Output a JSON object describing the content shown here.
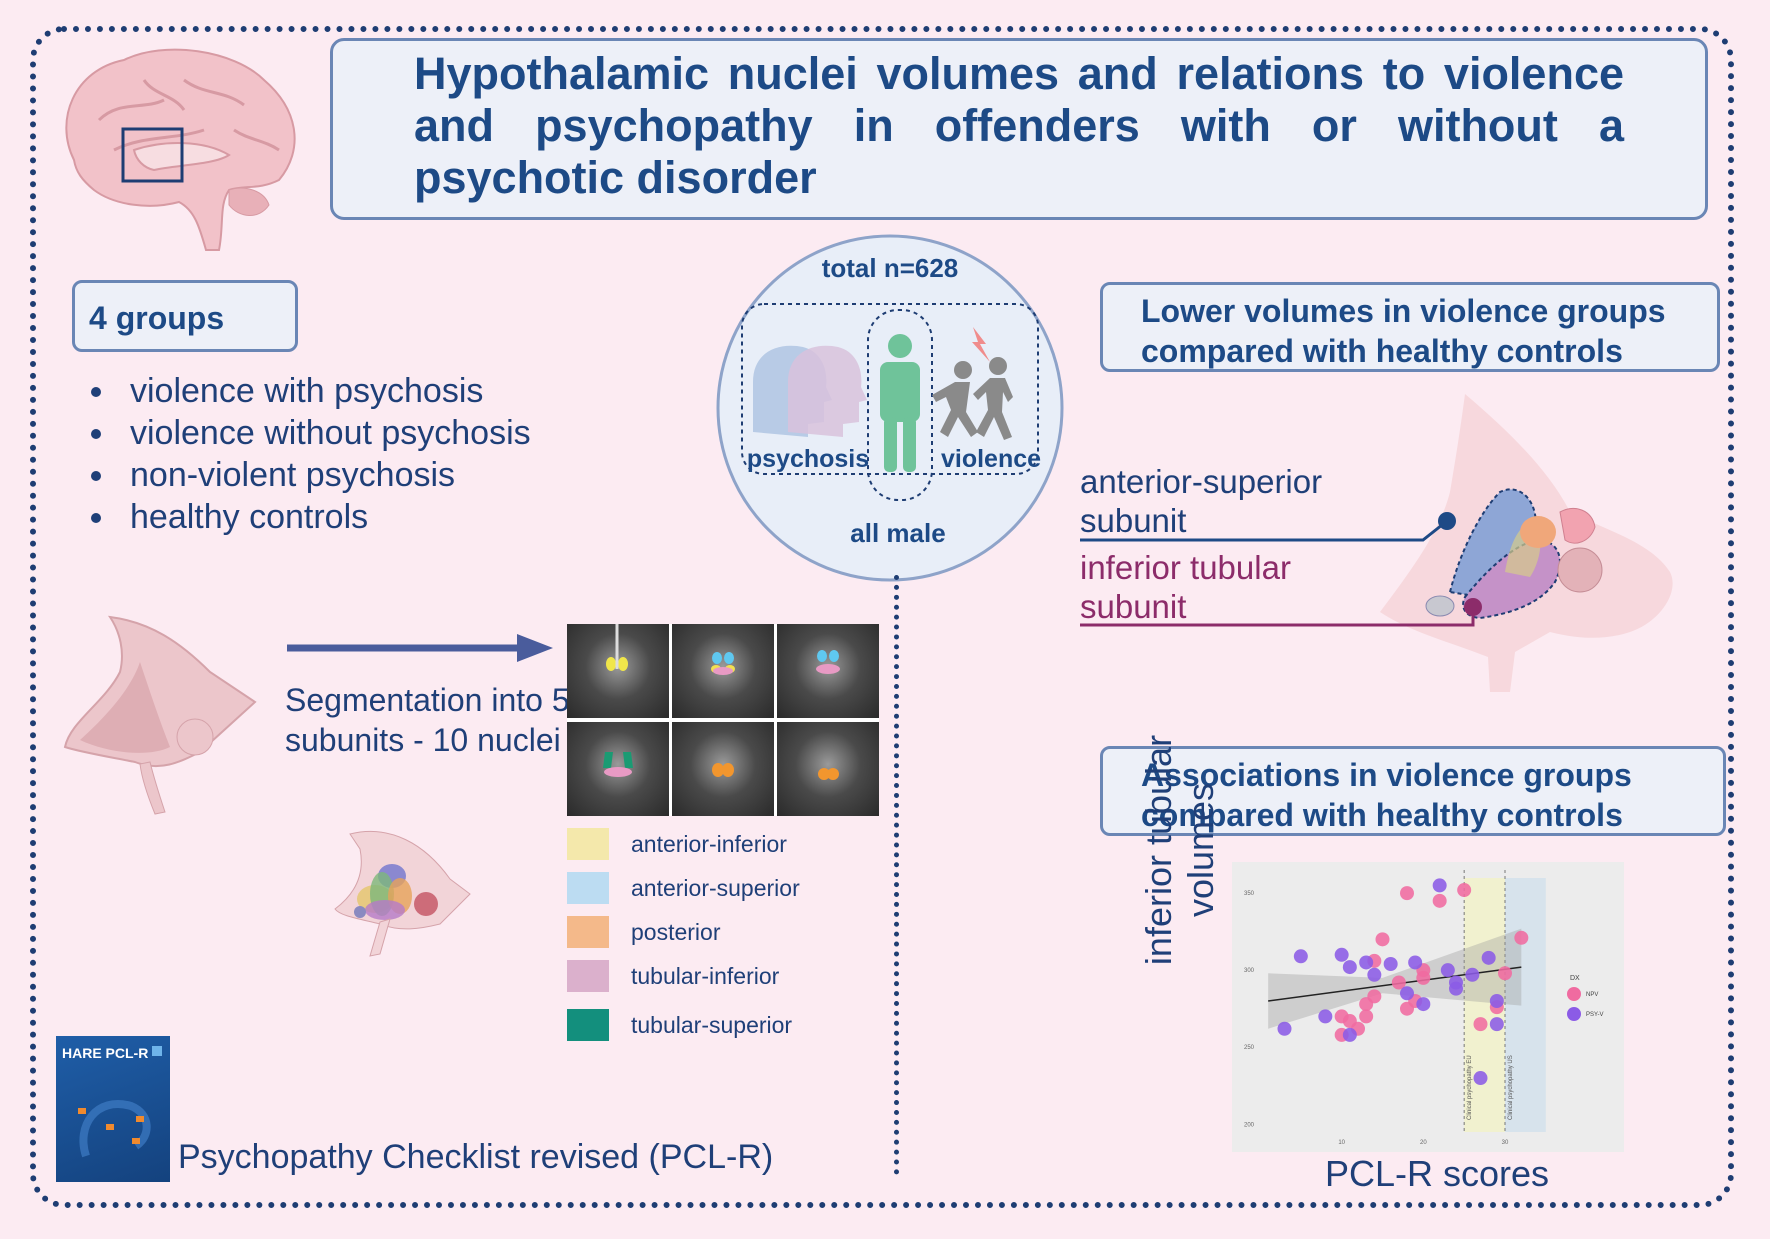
{
  "title": "Hypothalamic nuclei volumes and relations to violence and psychopathy in offenders with or without a psychotic disorder",
  "groups": {
    "heading": "4 groups",
    "items": [
      "violence with psychosis",
      "violence without psychosis",
      "non-violent psychosis",
      "healthy controls"
    ]
  },
  "sample": {
    "total": "total n=628",
    "psychosis": "psychosis",
    "violence": "violence",
    "male": "all male"
  },
  "segmentation": {
    "text": "Segmentation into 5 subunits - 10 nuclei",
    "legend": [
      {
        "label": "anterior-inferior",
        "color": "#f4e8ab"
      },
      {
        "label": "anterior-superior",
        "color": "#bcdcf2"
      },
      {
        "label": "posterior",
        "color": "#f4b98a"
      },
      {
        "label": "tubular-inferior",
        "color": "#dbb0cc"
      },
      {
        "label": "tubular-superior",
        "color": "#138f7d"
      }
    ]
  },
  "pclr": {
    "caption": "Psychopathy Checklist revised (PCL-R)",
    "cover_title": "HARE PCL-R"
  },
  "lower_volumes": {
    "heading": "Lower volumes in violence groups compared with healthy controls",
    "label_a": "anterior-superior subunit",
    "label_b": "inferior tubular subunit"
  },
  "associations": {
    "heading": "Associations in violence groups compared with healthy controls"
  },
  "chart_data": {
    "type": "scatter",
    "xlabel": "PCL-R scores",
    "ylabel": "inferior tubular volumes",
    "xlim": [
      0,
      36
    ],
    "ylim": [
      195,
      365
    ],
    "x_ticks": [
      10,
      20,
      30
    ],
    "y_ticks": [
      200,
      250,
      300,
      350
    ],
    "legend_title": "DX",
    "legend_position": "right",
    "annotations": [
      "Clinical psychopathy EU",
      "Clinical psychopathy US"
    ],
    "series": [
      {
        "name": "NPV",
        "color": "#f06ba0",
        "points": [
          [
            14,
            283
          ],
          [
            10,
            270
          ],
          [
            10,
            258
          ],
          [
            11,
            267
          ],
          [
            12,
            262
          ],
          [
            13,
            270
          ],
          [
            13,
            278
          ],
          [
            14,
            306
          ],
          [
            15,
            320
          ],
          [
            17,
            292
          ],
          [
            18,
            350
          ],
          [
            18,
            275
          ],
          [
            19,
            280
          ],
          [
            20,
            300
          ],
          [
            20,
            295
          ],
          [
            22,
            345
          ],
          [
            25,
            352
          ],
          [
            27,
            265
          ],
          [
            29,
            276
          ],
          [
            30,
            298
          ],
          [
            32,
            321
          ]
        ]
      },
      {
        "name": "PSY-V",
        "color": "#8b5be6",
        "points": [
          [
            3,
            262
          ],
          [
            5,
            309
          ],
          [
            8,
            270
          ],
          [
            10,
            310
          ],
          [
            11,
            302
          ],
          [
            11,
            258
          ],
          [
            13,
            305
          ],
          [
            14,
            297
          ],
          [
            16,
            304
          ],
          [
            18,
            285
          ],
          [
            19,
            305
          ],
          [
            20,
            278
          ],
          [
            22,
            355
          ],
          [
            23,
            300
          ],
          [
            24,
            292
          ],
          [
            24,
            288
          ],
          [
            26,
            297
          ],
          [
            27,
            230
          ],
          [
            28,
            308
          ],
          [
            29,
            280
          ],
          [
            29,
            265
          ]
        ]
      }
    ],
    "trend": {
      "x": [
        1,
        32
      ],
      "y": [
        280,
        302
      ]
    }
  }
}
